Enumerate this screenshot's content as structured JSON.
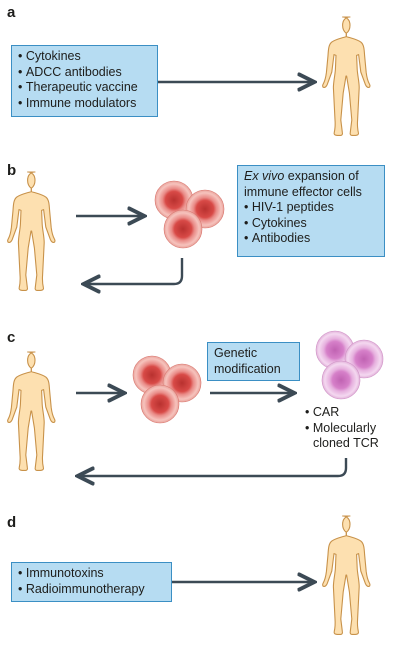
{
  "panels": {
    "a": {
      "label": "a",
      "items": [
        "Cytokines",
        "ADCC antibodies",
        "Therapeutic vaccine",
        "Immune modulators"
      ]
    },
    "b": {
      "label": "b",
      "heading_italic": "Ex vivo",
      "heading_rest": "expansion of",
      "heading_line2": "immune effector cells",
      "items": [
        "HIV-1 peptides",
        "Cytokines",
        "Antibodies"
      ]
    },
    "c": {
      "label": "c",
      "box_line1": "Genetic",
      "box_line2": "modification",
      "items": [
        "CAR",
        "Molecularly cloned TCR"
      ]
    },
    "d": {
      "label": "d",
      "items": [
        "Immunotoxins",
        "Radioimmunotherapy"
      ]
    }
  },
  "colors": {
    "box_fill": "#b6dcf2",
    "box_border": "#3b8fc4",
    "arrow": "#3c4a55",
    "body_fill": "#fde0b0",
    "body_stroke": "#c8924a",
    "red_cell": "#d84a47",
    "pink_cell": "#d97fc7"
  }
}
